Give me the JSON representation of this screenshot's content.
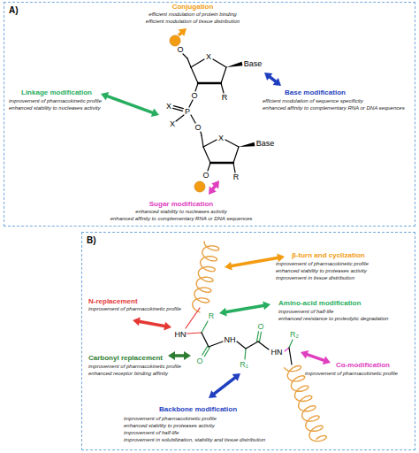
{
  "diagram": {
    "nodes": [
      {
        "text": [
          "A)"
        ]
      },
      {
        "text": [
          "B)"
        ]
      }
    ],
    "labels": [
      "Conjugation",
      "efficient modulation of protein binding",
      "efficient modulation of tissue distribution",
      "Linkage modification",
      "improvement of pharmacokinetic profile",
      "enhanced stability to nucleases activity",
      "Base modification",
      "efficient modulation of sequence specificity",
      "enhanced affinity to complementary RNA or DNA sequences",
      "Sugar modification",
      "enhanced stability to nucleases activity",
      "enhanced affinity to complementary RNA or DNA sequences",
      "O",
      "X",
      "Base",
      "O",
      "R",
      "X",
      "P",
      "X",
      "O",
      "X",
      "Base",
      "O",
      "R",
      "β-turn and cyclization",
      "improvement of pharmacokinetic profile",
      "enhanced stability to proteases activity",
      "improvement in tissue distribution",
      "N-replacement",
      "improvement of pharmacokinetic profile",
      "Amino-acid modification",
      "improvement of half-life",
      "enhanced resistance to proteolytic degradation",
      "Carbonyl replacement",
      "improvement of pharmacokinetic profile",
      "enhanced receptor binding affinity",
      "Cα-modification",
      "improvement of pharmacokinetic profile",
      "Backbone modification",
      "improvement of pharmacokinetic profile",
      "enhanced stability to proteases activity",
      "improvement of half-life",
      "improvement in solubilization, stability and tissue distribution",
      "HN",
      "R",
      "NH",
      "O",
      "R₁",
      "O",
      "HN",
      "R₂"
    ]
  }
}
